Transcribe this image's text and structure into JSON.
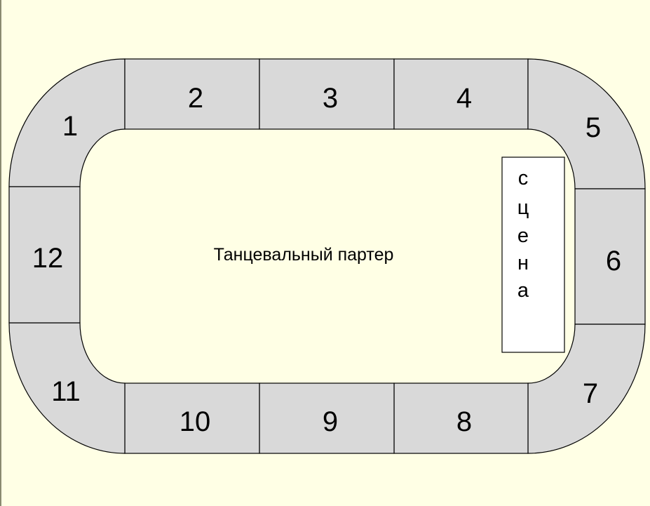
{
  "sections": [
    "1",
    "2",
    "3",
    "4",
    "5",
    "6",
    "7",
    "8",
    "9",
    "10",
    "11",
    "12"
  ],
  "dance_floor_label": "Танцевальный партер",
  "stage_letters": [
    "с",
    "ц",
    "е",
    "н",
    "а"
  ],
  "colors": {
    "background": "#ffffe5",
    "section_fill": "#d9d9d9",
    "stage_fill": "#ffffff"
  }
}
